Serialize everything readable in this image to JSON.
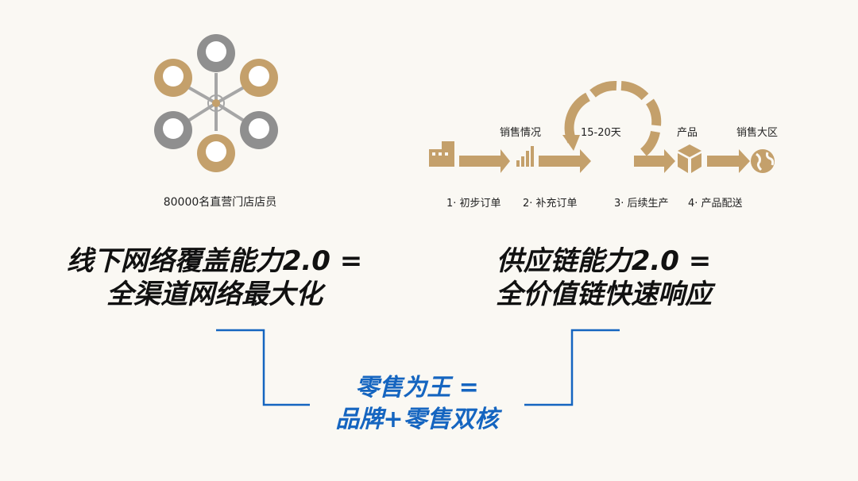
{
  "left": {
    "caption": "80000名直营门店店员",
    "heading_line1": "线下网络覆盖能力2.0 =",
    "heading_line2": "全渠道网络最大化"
  },
  "right": {
    "top_labels": {
      "sales_status": "销售情况",
      "cycle": "15-20天",
      "product": "产品",
      "region": "销售大区"
    },
    "steps": [
      "1· 初步订单",
      "2· 补充订单",
      "3· 后续生产",
      "4· 产品配送"
    ],
    "heading_line1": "供应链能力2.0 =",
    "heading_line2": "全价值链快速响应"
  },
  "bottom": {
    "line1": "零售为王 =",
    "line2": "品牌+零售双核"
  },
  "colors": {
    "tan": "#c4a06b",
    "gray": "#8f8f8f",
    "blue": "#1565c0"
  }
}
